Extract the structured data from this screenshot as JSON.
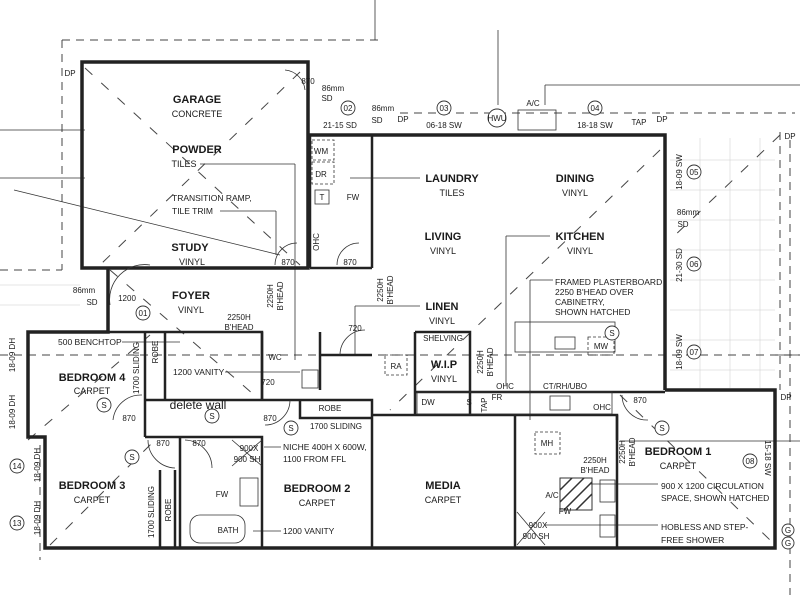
{
  "rooms": {
    "garage": {
      "name": "GARAGE",
      "finish": "CONCRETE"
    },
    "powder": {
      "name": "POWDER",
      "finish": "TILES"
    },
    "study": {
      "name": "STUDY",
      "finish": "VINYL"
    },
    "foyer": {
      "name": "FOYER",
      "finish": "VINYL"
    },
    "laundry": {
      "name": "LAUNDRY",
      "finish": "TILES"
    },
    "dining": {
      "name": "DINING",
      "finish": "VINYL"
    },
    "living": {
      "name": "LIVING",
      "finish": "VINYL"
    },
    "kitchen": {
      "name": "KITCHEN",
      "finish": "VINYL"
    },
    "linen": {
      "name": "LINEN",
      "finish": "VINYL"
    },
    "wip": {
      "name": "W.I.P",
      "finish": "VINYL"
    },
    "bedroom4": {
      "name": "BEDROOM 4",
      "finish": "CARPET"
    },
    "bedroom3": {
      "name": "BEDROOM 3",
      "finish": "CARPET"
    },
    "bedroom2": {
      "name": "BEDROOM 2",
      "finish": "CARPET"
    },
    "bedroom1": {
      "name": "BEDROOM 1",
      "finish": "CARPET"
    },
    "media": {
      "name": "MEDIA",
      "finish": "CARPET"
    }
  },
  "notes": {
    "transition": [
      "TRANSITION RAMP,",
      "TILE TRIM"
    ],
    "plasterboard": [
      "FRAMED PLASTERBOARD",
      "2250 B'HEAD OVER",
      "CABINETRY,",
      "SHOWN HATCHED"
    ],
    "niche": [
      "NICHE 400H X 600W,",
      "1100 FROM FFL"
    ],
    "circulation": [
      "900 X 1200 CIRCULATION",
      "SPACE, SHOWN HATCHED"
    ],
    "hobless": [
      "HOBLESS AND STEP-",
      "FREE SHOWER"
    ],
    "benchtop": "500 BENCHTOP",
    "vanity4": "1200 VANITY",
    "vanity2": "1200 VANITY",
    "delete_wall": "delete wall"
  },
  "fixtures": {
    "shelving": "SHELVING",
    "ra": "RA",
    "ohc1": "OHC",
    "ohc2": "OHC",
    "ohc3": "OHC",
    "ct": "CT/RH/UBO",
    "fr": "FR",
    "dw": "DW",
    "sink": "S",
    "mw": "MW",
    "tap_k": "TAP",
    "wm": "WM",
    "dr": "DR",
    "t": "T",
    "fw1": "FW",
    "fw2": "FW",
    "fw3": "FW",
    "wc": "WC",
    "bath": "BATH",
    "robe1": "ROBE",
    "robe2": "ROBE",
    "robe3": "ROBE",
    "sliding1": "1700 SLIDING",
    "sliding2": "1700 SLIDING",
    "sliding3": "1700 SLIDING",
    "shower1": [
      "900X",
      "900 SH"
    ],
    "shower2": [
      "900X",
      "900 SH"
    ],
    "mh": "MH",
    "ac_ens": "A/C",
    "hwu": "HWU",
    "ac_out": "A/C",
    "tap_out": "TAP",
    "smoke": "S",
    "g": "G"
  },
  "dimensions": {
    "door_870": "870",
    "door_720": "720",
    "door_1200": "1200",
    "bhead_v": [
      "2250H",
      "B'HEAD"
    ],
    "bhead": [
      "2250H",
      "B'HEAD"
    ],
    "sd86": [
      "86mm",
      "SD"
    ],
    "dp": "DP"
  },
  "windows": {
    "w01": "01",
    "w02": "02",
    "w03": "03",
    "w04": "04",
    "w05": "05",
    "w06": "06",
    "w07": "07",
    "w08": "08",
    "w13": "13",
    "w14": "14",
    "t_2115sd": "21-15 SD",
    "t_0618sw": "06-18 SW",
    "t_1818sw": "18-18 SW",
    "t_1809sw": "18-09 SW",
    "t_2130sd": "21-30 SD",
    "t_1518sw": "15-18 SW",
    "t_1809dh": "18-09 DH"
  }
}
